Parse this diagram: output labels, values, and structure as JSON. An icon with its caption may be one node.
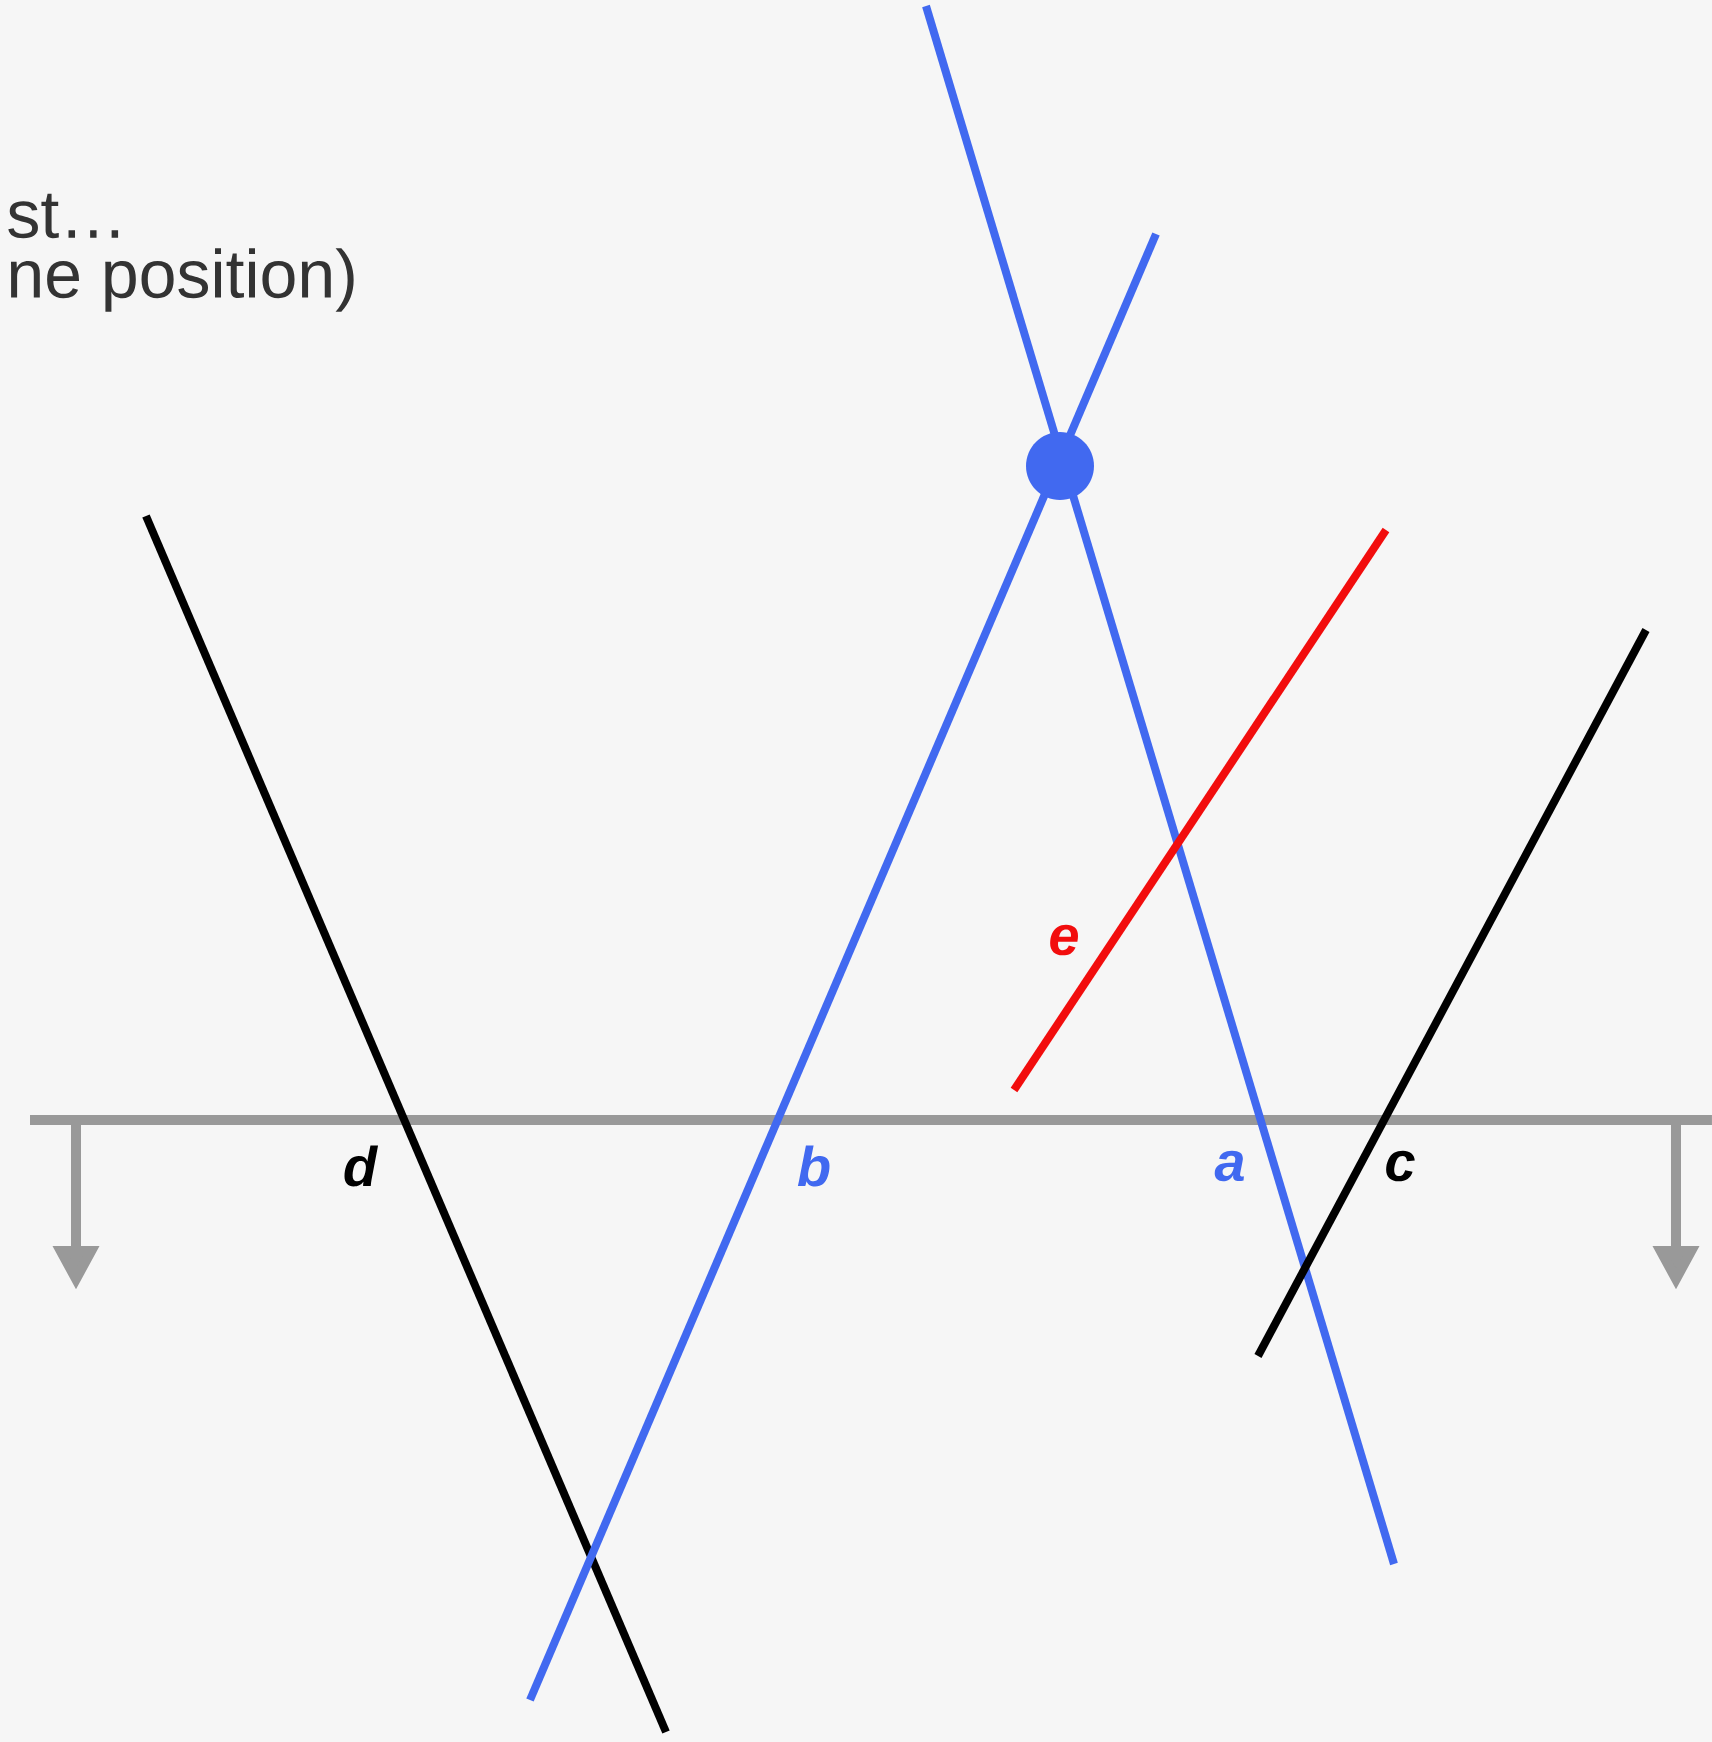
{
  "diagram": {
    "labels": [
      "st…",
      "ne position)",
      "e",
      "d",
      "b",
      "a",
      "c"
    ]
  }
}
